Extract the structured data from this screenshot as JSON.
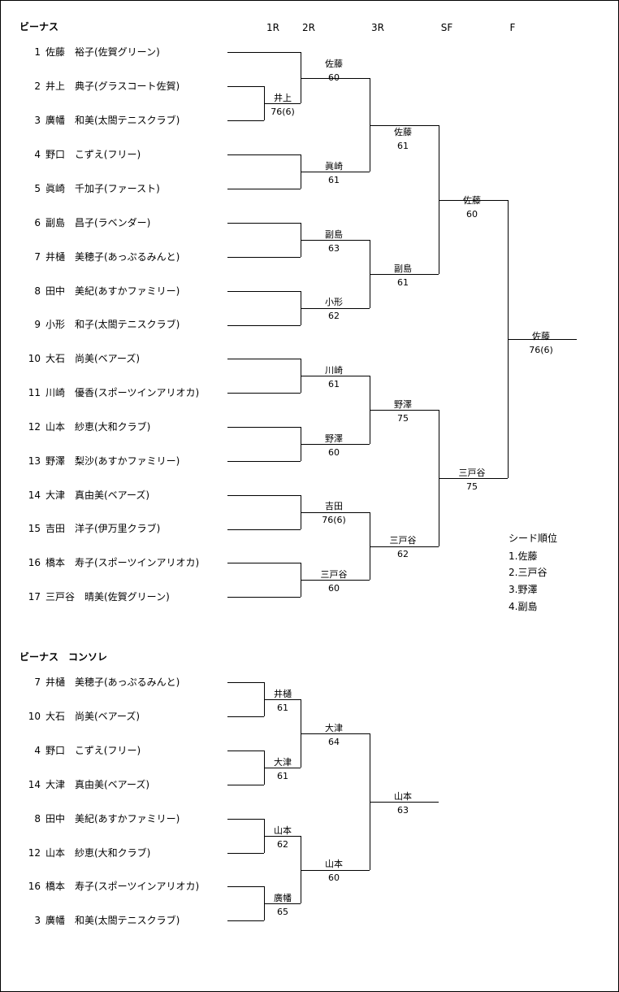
{
  "main": {
    "title": "ビーナス",
    "rounds": [
      "1R",
      "2R",
      "3R",
      "SF",
      "F"
    ],
    "players": [
      {
        "no": "1",
        "name": "佐藤　裕子(佐賀グリーン)"
      },
      {
        "no": "2",
        "name": "井上　典子(グラスコート佐賀)"
      },
      {
        "no": "3",
        "name": "廣幡　和美(太閤テニスクラブ)"
      },
      {
        "no": "4",
        "name": "野口　こずえ(フリー)"
      },
      {
        "no": "5",
        "name": "眞崎　千加子(ファースト)"
      },
      {
        "no": "6",
        "name": "副島　昌子(ラベンダー)"
      },
      {
        "no": "7",
        "name": "井樋　美穂子(あっぷるみんと)"
      },
      {
        "no": "8",
        "name": "田中　美紀(あすかファミリー)"
      },
      {
        "no": "9",
        "name": "小形　和子(太閤テニスクラブ)"
      },
      {
        "no": "10",
        "name": "大石　尚美(ベアーズ)"
      },
      {
        "no": "11",
        "name": "川崎　優香(スポーツインアリオカ)"
      },
      {
        "no": "12",
        "name": "山本　紗恵(大和クラブ)"
      },
      {
        "no": "13",
        "name": "野澤　梨沙(あすかファミリー)"
      },
      {
        "no": "14",
        "name": "大津　真由美(ベアーズ)"
      },
      {
        "no": "15",
        "name": "吉田　洋子(伊万里クラブ)"
      },
      {
        "no": "16",
        "name": "橋本　寿子(スポーツインアリオカ)"
      },
      {
        "no": "17",
        "name": "三戸谷　晴美(佐賀グリーン)"
      }
    ],
    "results": [
      {
        "name": "井上",
        "score": "76(6)"
      },
      {
        "name": "佐藤",
        "score": "60"
      },
      {
        "name": "眞崎",
        "score": "61"
      },
      {
        "name": "副島",
        "score": "63"
      },
      {
        "name": "小形",
        "score": "62"
      },
      {
        "name": "川崎",
        "score": "61"
      },
      {
        "name": "野澤",
        "score": "60"
      },
      {
        "name": "吉田",
        "score": "76(6)"
      },
      {
        "name": "三戸谷",
        "score": "60"
      },
      {
        "name": "佐藤",
        "score": "61"
      },
      {
        "name": "副島",
        "score": "61"
      },
      {
        "name": "野澤",
        "score": "75"
      },
      {
        "name": "三戸谷",
        "score": "62"
      },
      {
        "name": "佐藤",
        "score": "60"
      },
      {
        "name": "三戸谷",
        "score": "75"
      },
      {
        "name": "佐藤",
        "score": "76(6)"
      }
    ],
    "seeds": {
      "title": "シード順位",
      "items": [
        "1.佐藤",
        "2.三戸谷",
        "3.野澤",
        "4.副島"
      ]
    }
  },
  "consolation": {
    "title": "ビーナス　コンソレ",
    "players": [
      {
        "no": "7",
        "name": "井樋　美穂子(あっぷるみんと)"
      },
      {
        "no": "10",
        "name": "大石　尚美(ベアーズ)"
      },
      {
        "no": "4",
        "name": "野口　こずえ(フリー)"
      },
      {
        "no": "14",
        "name": "大津　真由美(ベアーズ)"
      },
      {
        "no": "8",
        "name": "田中　美紀(あすかファミリー)"
      },
      {
        "no": "12",
        "name": "山本　紗恵(大和クラブ)"
      },
      {
        "no": "16",
        "name": "橋本　寿子(スポーツインアリオカ)"
      },
      {
        "no": "3",
        "name": "廣幡　和美(太閤テニスクラブ)"
      }
    ],
    "results": [
      {
        "name": "井樋",
        "score": "61"
      },
      {
        "name": "大津",
        "score": "61"
      },
      {
        "name": "山本",
        "score": "62"
      },
      {
        "name": "廣幡",
        "score": "65"
      },
      {
        "name": "大津",
        "score": "64"
      },
      {
        "name": "山本",
        "score": "60"
      },
      {
        "name": "山本",
        "score": "63"
      }
    ]
  }
}
